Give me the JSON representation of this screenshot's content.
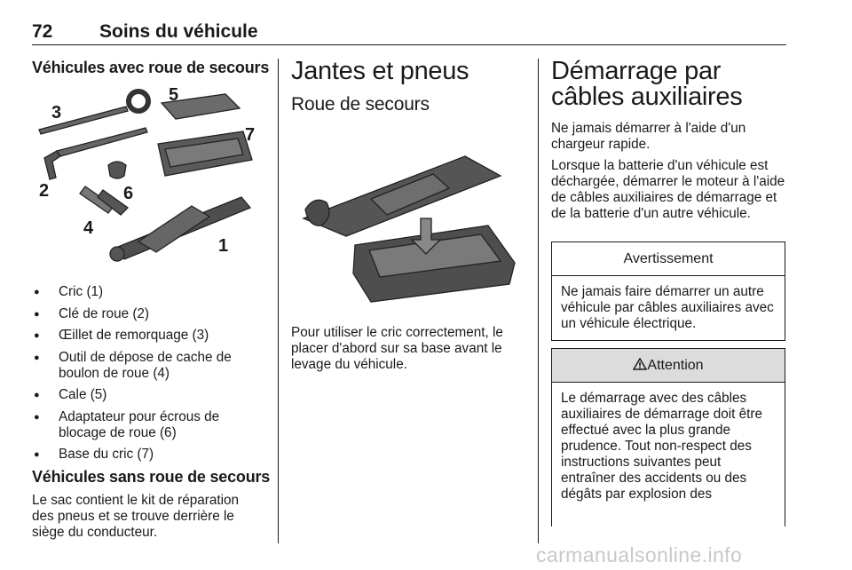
{
  "header": {
    "page_number": "72",
    "title": "Soins du véhicule"
  },
  "col1": {
    "heading": "Véhicules avec roue de secours",
    "figure_labels": [
      "1",
      "2",
      "3",
      "4",
      "5",
      "6",
      "7"
    ],
    "items": [
      "Cric (1)",
      "Clé de roue (2)",
      "Œillet de remorquage (3)",
      "Outil de dépose de cache de boulon de roue (4)",
      "Cale (5)",
      "Adaptateur pour écrous de blocage de roue (6)",
      "Base du cric (7)"
    ],
    "heading2": "Véhicules sans roue de secours",
    "text": "Le sac contient le kit de réparation des pneus et se trouve derrière le siège du conducteur."
  },
  "col2": {
    "title": "Jantes et pneus",
    "subtitle": "Roue de secours",
    "text": "Pour utiliser le cric correctement, le placer d'abord sur sa base avant le levage du véhicule."
  },
  "col3": {
    "title": "Démarrage par câbles auxiliaires",
    "p1": "Ne jamais démarrer à l'aide d'un chargeur rapide.",
    "p2": "Lorsque la batterie d'un véhicule est déchargée, démarrer le moteur à l'aide de câbles auxiliaires de démarrage et de la batterie d'un autre véhicule.",
    "warning": {
      "title": "Avertissement",
      "text": "Ne jamais faire démarrer un autre véhicule par câbles auxiliaires avec un véhicule électrique."
    },
    "attention": {
      "icon": "warning-triangle-icon",
      "title": "Attention",
      "text": "Le démarrage avec des câbles auxiliaires de démarrage doit être effectué avec la plus grande prudence. Tout non-respect des instructions suivantes peut entraîner des accidents ou des dégâts par explosion des"
    }
  },
  "watermark": "carmanualsonline.info"
}
